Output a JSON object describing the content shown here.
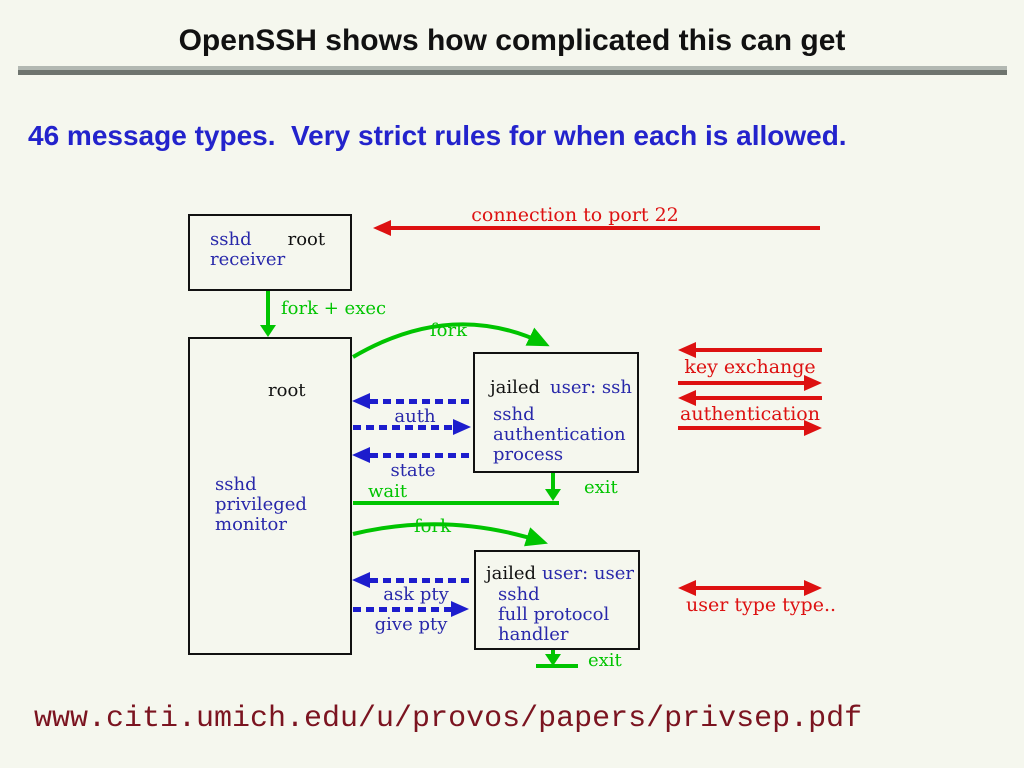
{
  "title": "OpenSSH shows how complicated this can get",
  "subtitle": "46 message types.  Very strict rules for when each is allowed.",
  "footer_url": "www.citi.umich.edu/u/provos/papers/privsep.pdf",
  "colors": {
    "background": "#f5f7ee",
    "heading_blue": "#2323cc",
    "diagram_blue": "#2828aa",
    "message_blue": "#1d1dcd",
    "green": "#00c400",
    "red": "#dd1111",
    "url_maroon": "#7b1420",
    "black": "#111111"
  },
  "diagram": {
    "boxes": {
      "receiver": {
        "proc1": "sshd",
        "owner": "root",
        "proc2": "receiver"
      },
      "monitor": {
        "owner": "root",
        "lines": [
          "sshd",
          "privileged",
          "monitor"
        ]
      },
      "jailed_ssh": {
        "jail": "jailed",
        "owner": "user: ssh",
        "lines": [
          "sshd",
          "authentication",
          "process"
        ]
      },
      "jailed_user": {
        "jail": "jailed",
        "owner": "user: user",
        "lines": [
          "sshd",
          "full protocol",
          "handler"
        ]
      }
    },
    "arrows": {
      "connection": "connection to port 22",
      "fork_exec": "fork + exec",
      "fork_upper": "fork",
      "fork_lower": "fork",
      "auth": "auth",
      "state": "state",
      "wait": "wait",
      "exit_upper": "exit",
      "exit_lower": "exit",
      "ask_pty": "ask pty",
      "give_pty": "give pty",
      "key_exchange": "key exchange",
      "authentication": "authentication",
      "user_type": "user type type.."
    }
  }
}
